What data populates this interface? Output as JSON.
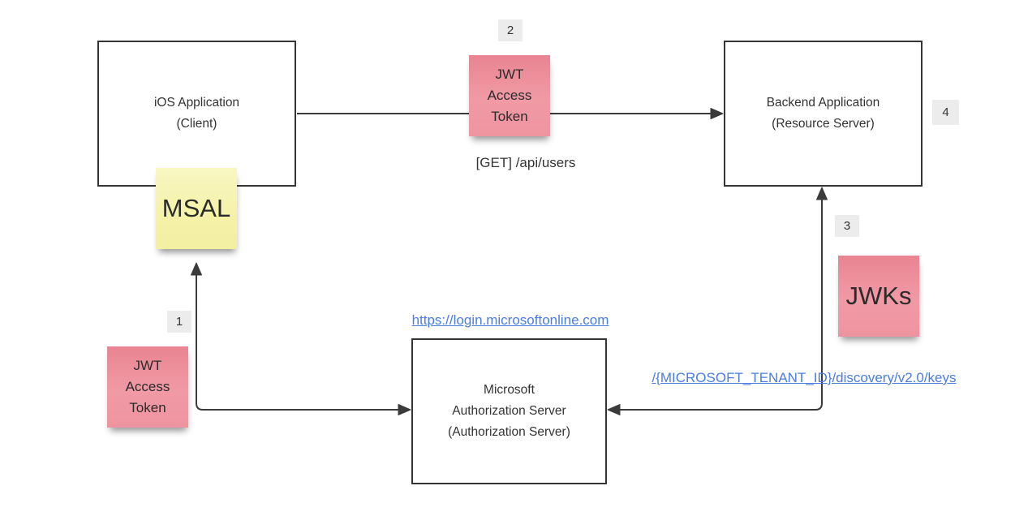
{
  "diagram": {
    "title": "JWT access token validation flow",
    "colors": {
      "background": "#ffffff",
      "connector": "#3b3b3b",
      "box_border": "#343434",
      "box_fill": "#ffffff",
      "text": "#333333",
      "link_blue": "#4a7de0",
      "sticky_pink": "#ee94a0",
      "sticky_yellow": "#f5f2a8",
      "badge_bg": "#ececec"
    },
    "nodes": {
      "ios": {
        "label": "iOS Application\n(Client)"
      },
      "backend": {
        "label": "Backend Application\n(Resource Server)"
      },
      "auth": {
        "label": "Microsoft\nAuthorization Server\n(Authorization Server)"
      }
    },
    "stickies": {
      "msal": {
        "label": "MSAL",
        "color": "yellow"
      },
      "jwt_top": {
        "label": "JWT\nAccess\nToken",
        "color": "pink"
      },
      "jwt_left": {
        "label": "JWT\nAccess\nToken",
        "color": "pink"
      },
      "jwks": {
        "label": "JWKs",
        "color": "pink"
      }
    },
    "badges": {
      "step1": "1",
      "step2": "2",
      "step3": "3",
      "step4": "4"
    },
    "labels": {
      "request": "[GET] /api/users",
      "auth_url": "https://login.microsoftonline.com",
      "keys_path": "/{MICROSOFT_TENANT_ID}/discovery/v2.0/keys"
    }
  }
}
